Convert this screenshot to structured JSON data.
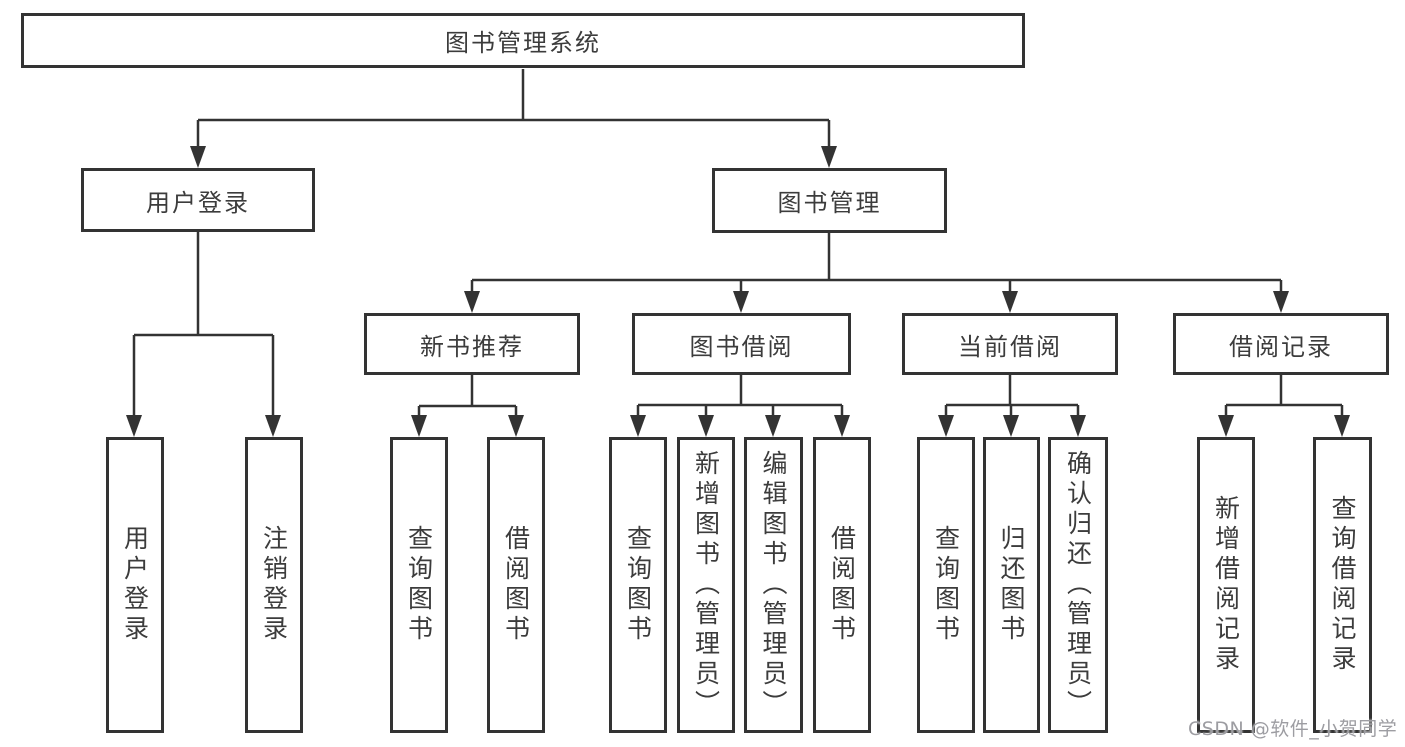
{
  "diagram": {
    "root": "图书管理系统",
    "branches": [
      {
        "label": "用户登录",
        "children": [
          "用户登录",
          "注销登录"
        ]
      },
      {
        "label": "图书管理",
        "children": [
          {
            "label": "新书推荐",
            "children": [
              "查询图书",
              "借阅图书"
            ]
          },
          {
            "label": "图书借阅",
            "children": [
              "查询图书",
              "新增图书（管理员）",
              "编辑图书（管理员）",
              "借阅图书"
            ]
          },
          {
            "label": "当前借阅",
            "children": [
              "查询图书",
              "归还图书",
              "确认归还（管理员）"
            ]
          },
          {
            "label": "借阅记录",
            "children": [
              "新增借阅记录",
              "查询借阅记录"
            ]
          }
        ]
      }
    ],
    "watermark": "CSDN @软件_小贺同学",
    "colors": {
      "line": "#333333",
      "box_border": "#333333",
      "text": "#3c3c3c",
      "watermark": "#9d9da2",
      "background": "#ffffff"
    }
  }
}
